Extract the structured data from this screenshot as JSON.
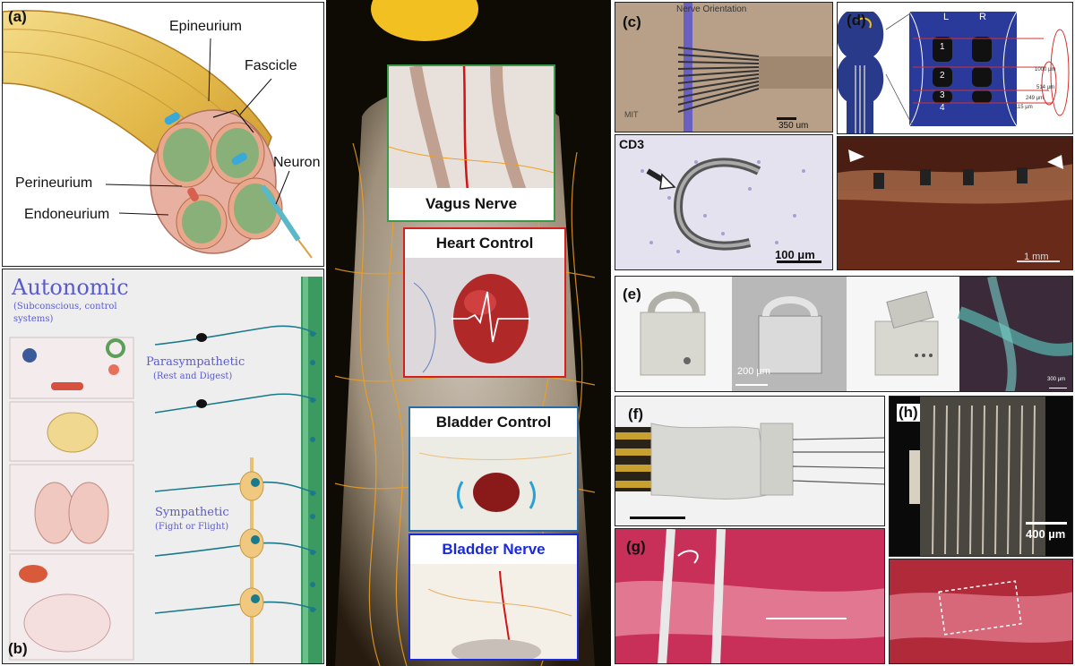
{
  "panels": {
    "a": {
      "label": "(a)",
      "terms": [
        "Epineurium",
        "Fascicle",
        "Perineurium",
        "Endoneurium",
        "Neuron"
      ]
    },
    "b": {
      "label": "(b)",
      "title": "Autonomic",
      "subtitle_line1": "(Subconscious, control",
      "subtitle_line2": "systems)",
      "parasympathetic": "Parasympathetic",
      "parasympathetic_sub": "(Rest and Digest)",
      "sympathetic": "Sympathetic",
      "sympathetic_sub": "(Fight or Flight)"
    },
    "center": {
      "vagus": "Vagus Nerve",
      "heart": "Heart Control",
      "bladder_control": "Bladder Control",
      "bladder_nerve": "Bladder Nerve"
    },
    "c": {
      "label": "(c)",
      "top_caption": "Nerve Orientation",
      "mit": "MIT",
      "scale_top": "350 um",
      "stain": "CD3",
      "scale_bottom": "100 μm"
    },
    "d": {
      "label": "(d)",
      "left": "L",
      "right": "R",
      "numbers": [
        "1",
        "2",
        "3",
        "4"
      ],
      "dims": [
        "1000 µm",
        "514 µm",
        "249 µm",
        "115 µm"
      ],
      "scale_bottom": "1 mm"
    },
    "e": {
      "label": "(e)",
      "scale1": "200 µm",
      "scale2": "300 µm"
    },
    "f": {
      "label": "(f)"
    },
    "g": {
      "label": "(g)"
    },
    "h": {
      "label": "(h)",
      "scale": "400 µm"
    }
  },
  "colors": {
    "vagus_border": "#3a9a4a",
    "heart_border": "#d62020",
    "bladder_border": "#2a6aa6",
    "bladder_nerve_text": "#1a2ad8",
    "autonomic_purple": "#5a5ad0",
    "nerve_teal": "#1a7a8a",
    "spine_green": "#3a9a60"
  }
}
